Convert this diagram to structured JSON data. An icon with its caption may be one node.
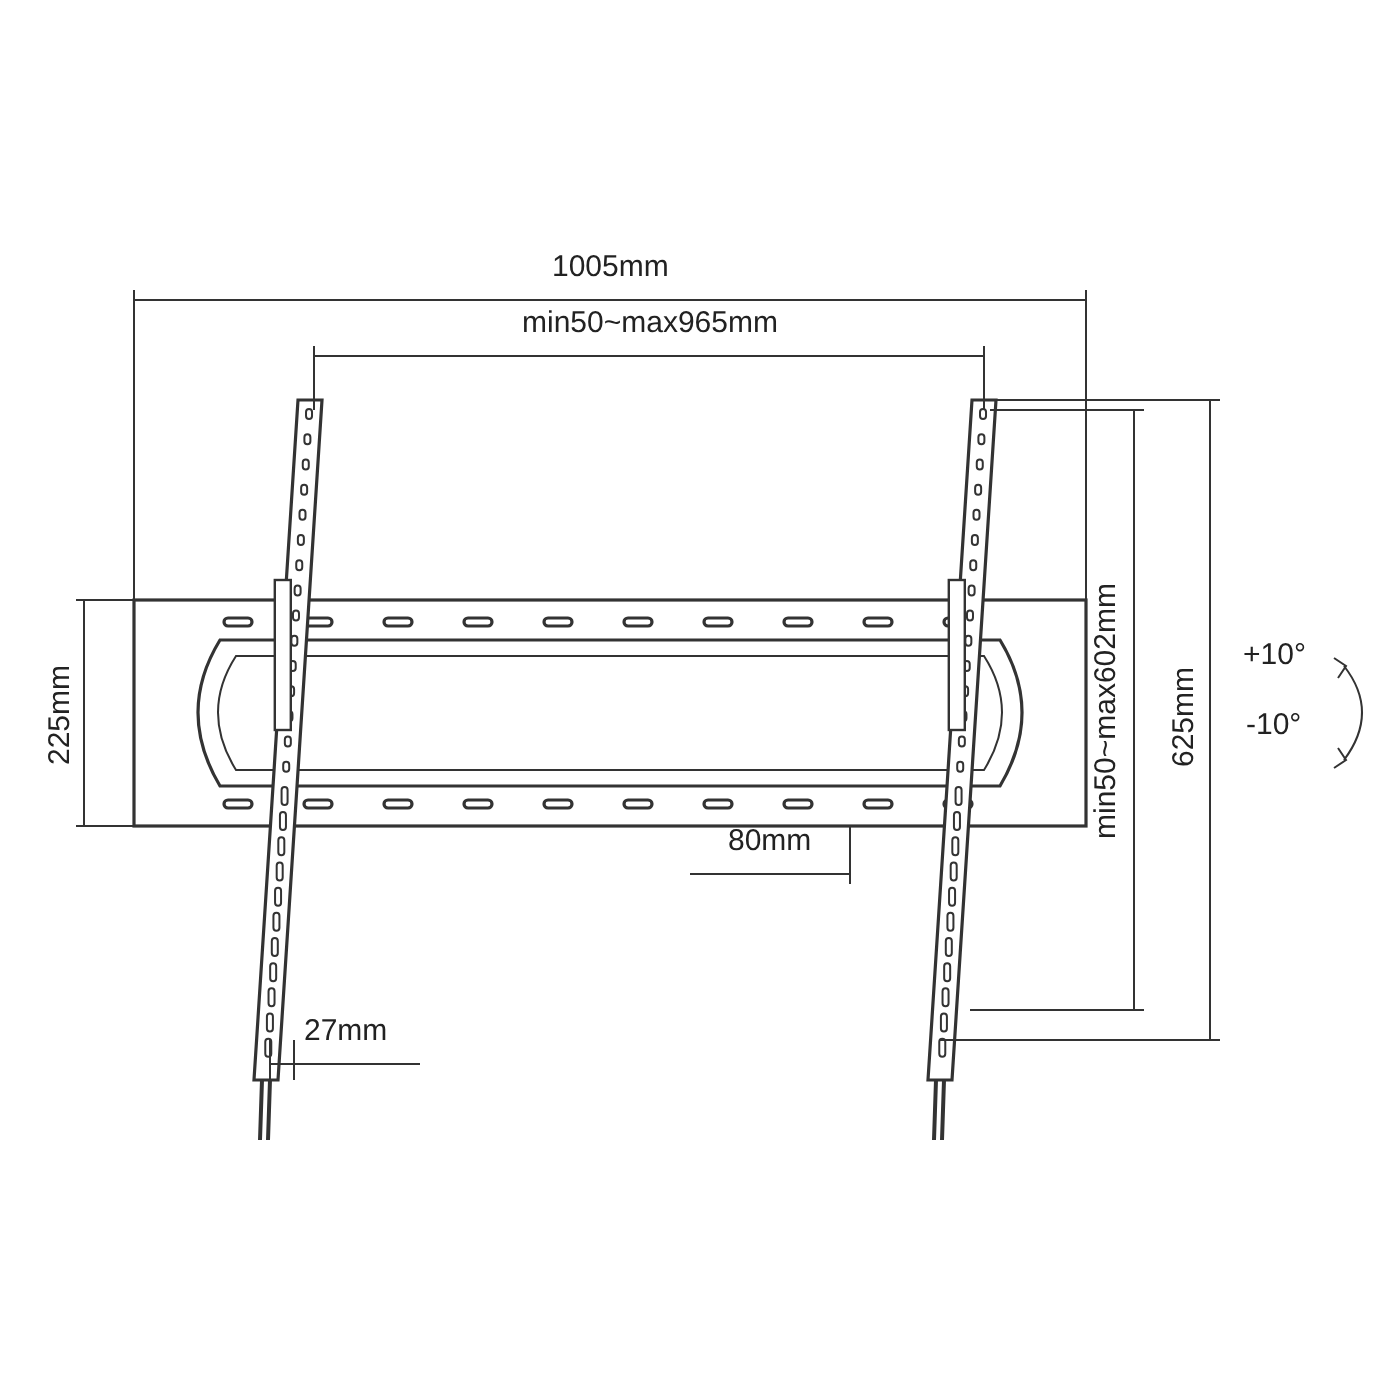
{
  "diagram": {
    "labels": [
      "1005mm",
      "min50~max965mm",
      "225mm",
      "min50~max602mm",
      "625mm",
      "+10°",
      "-10°",
      "80mm",
      "27mm"
    ]
  }
}
